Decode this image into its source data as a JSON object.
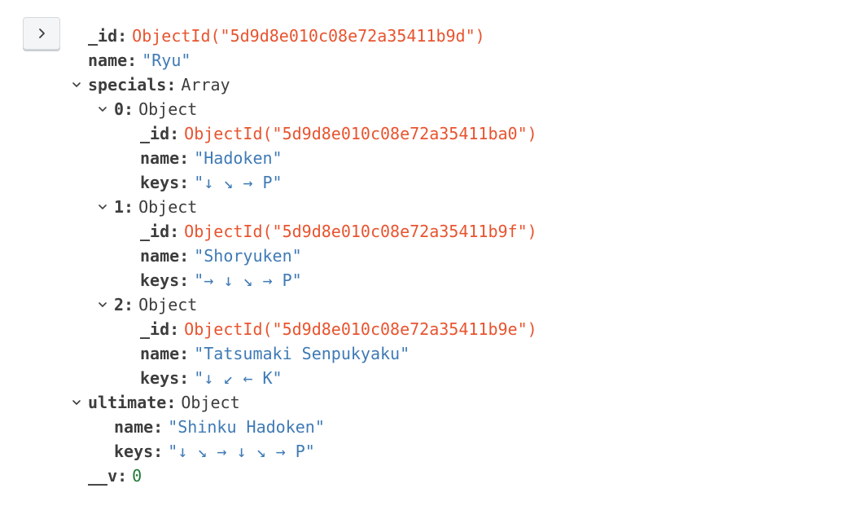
{
  "toolbar": {
    "expand_icon": "chevron-right-icon"
  },
  "document": {
    "id": {
      "key": "_id",
      "value": "ObjectId(\"5d9d8e010c08e72a35411b9d\")"
    },
    "name": {
      "key": "name",
      "value": "\"Ryu\""
    },
    "specials": {
      "key": "specials",
      "type": "Array",
      "items": [
        {
          "key": "0",
          "type": "Object",
          "id": {
            "key": "_id",
            "value": "ObjectId(\"5d9d8e010c08e72a35411ba0\")"
          },
          "name": {
            "key": "name",
            "value": "\"Hadoken\""
          },
          "keys": {
            "key": "keys",
            "value": "\"↓ ↘ → P\""
          }
        },
        {
          "key": "1",
          "type": "Object",
          "id": {
            "key": "_id",
            "value": "ObjectId(\"5d9d8e010c08e72a35411b9f\")"
          },
          "name": {
            "key": "name",
            "value": "\"Shoryuken\""
          },
          "keys": {
            "key": "keys",
            "value": "\"→ ↓ ↘ → P\""
          }
        },
        {
          "key": "2",
          "type": "Object",
          "id": {
            "key": "_id",
            "value": "ObjectId(\"5d9d8e010c08e72a35411b9e\")"
          },
          "name": {
            "key": "name",
            "value": "\"Tatsumaki Senpukyaku\""
          },
          "keys": {
            "key": "keys",
            "value": "\"↓ ↙ ← K\""
          }
        }
      ]
    },
    "ultimate": {
      "key": "ultimate",
      "type": "Object",
      "name": {
        "key": "name",
        "value": "\"Shinku Hadoken\""
      },
      "keys": {
        "key": "keys",
        "value": "\"↓ ↘ → ↓ ↘ → P\""
      }
    },
    "v": {
      "key": "__v",
      "value": "0"
    }
  },
  "colors": {
    "objectid": "#e8542f",
    "string": "#3f7ab5",
    "number": "#1e7a35",
    "key": "#3d3d3d"
  }
}
